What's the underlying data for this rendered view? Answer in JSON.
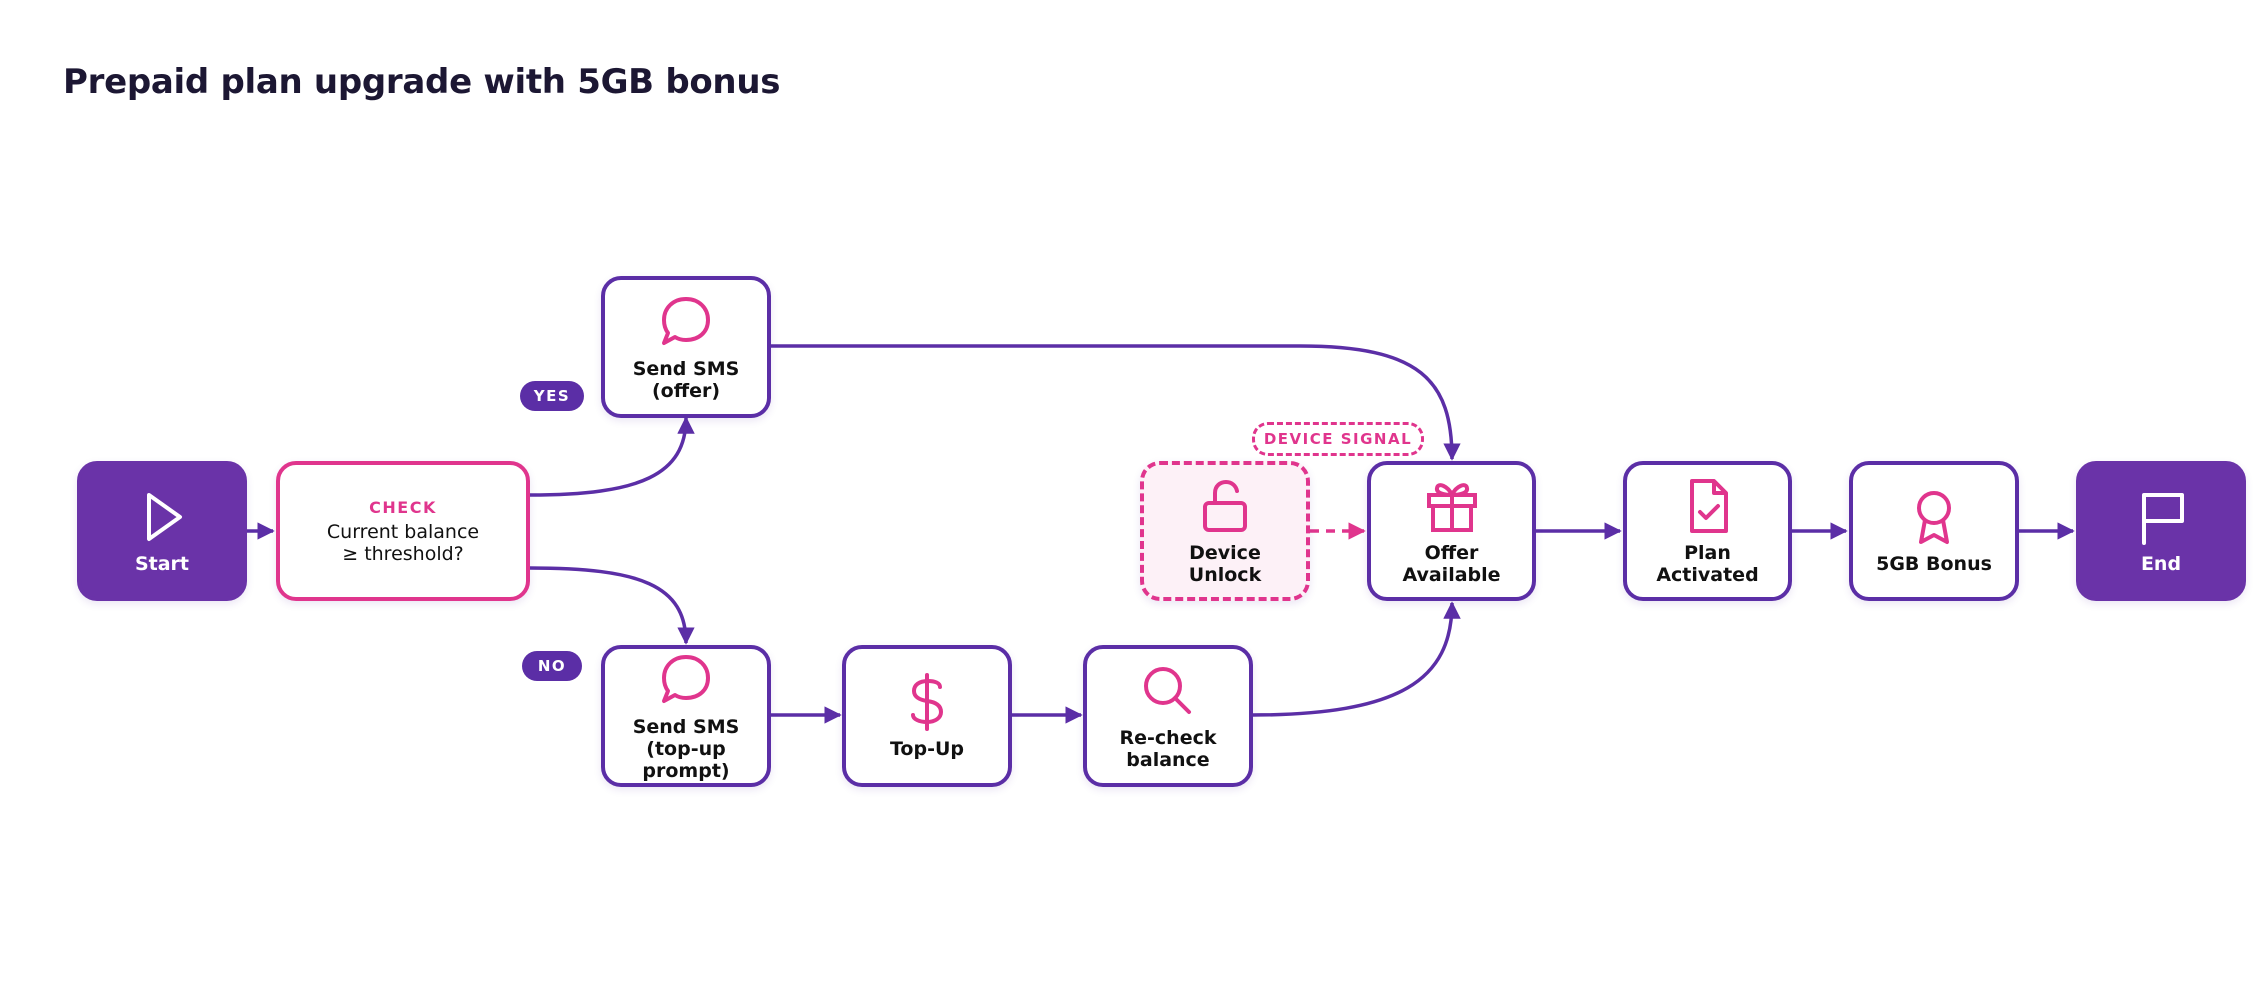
{
  "title": "Prepaid plan upgrade with 5GB bonus",
  "colors": {
    "primary": "#5b2ea6",
    "accent": "#e0358d",
    "terminal_fill": "#6a33a8"
  },
  "nodes": {
    "start": {
      "label": "Start",
      "icon": "play-icon"
    },
    "check": {
      "kicker": "CHECK",
      "label": "Current balance\n≥ threshold?"
    },
    "sms_offer": {
      "label": "Send SMS\n(offer)",
      "icon": "chat-bubble-icon"
    },
    "sms_topup": {
      "label": "Send SMS\n(top-up prompt)",
      "icon": "chat-bubble-icon"
    },
    "topup": {
      "label": "Top-Up",
      "icon": "dollar-icon"
    },
    "recheck": {
      "label": "Re-check\nbalance",
      "icon": "search-icon"
    },
    "device_unlock": {
      "label": "Device\nUnlock",
      "icon": "unlock-icon"
    },
    "offer": {
      "label": "Offer\nAvailable",
      "icon": "gift-icon"
    },
    "plan": {
      "label": "Plan\nActivated",
      "icon": "document-check-icon"
    },
    "bonus": {
      "label": "5GB Bonus",
      "icon": "award-icon"
    },
    "end": {
      "label": "End",
      "icon": "flag-icon"
    }
  },
  "branch_labels": {
    "yes": "YES",
    "no": "NO",
    "device_signal": "DEVICE SIGNAL"
  }
}
